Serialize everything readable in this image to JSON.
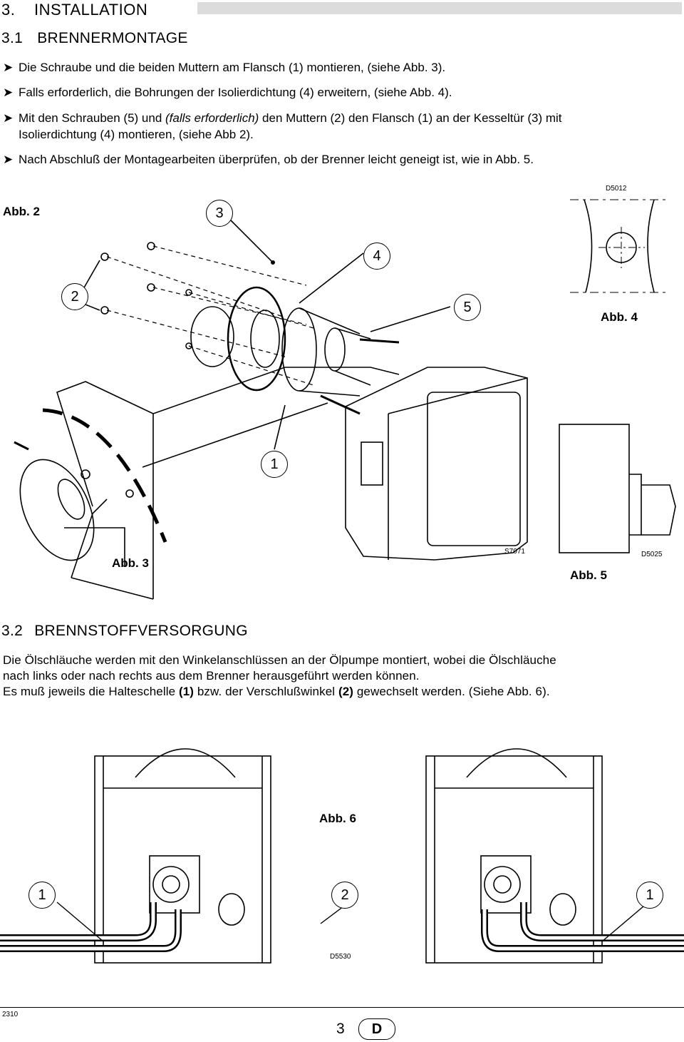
{
  "section": {
    "number": "3.",
    "title": "INSTALLATION"
  },
  "sub1": {
    "number": "3.1",
    "title": "BRENNERMONTAGE"
  },
  "bullets": [
    "Die Schraube und die beiden Muttern am Flansch (1) montieren, (siehe Abb. 3).",
    "Falls erforderlich, die Bohrungen der Isolierdichtung (4) erweitern, (siehe Abb. 4).",
    "Isolierdichtung (4) montieren, (siehe Abb 2).",
    "Nach Abschluß der Montagearbeiten überprüfen, ob der Brenner leicht geneigt ist, wie in Abb. 5."
  ],
  "bullet3_line1": {
    "pre": "Mit den Schrauben (5) und ",
    "italic": "(falls erforderlich)",
    "post": " den Muttern (2) den Flansch (1) an der Kesseltür (3) mit"
  },
  "figures": {
    "abb2": "Abb. 2",
    "abb3": "Abb. 3",
    "abb4": "Abb. 4",
    "abb5": "Abb. 5",
    "abb6": "Abb. 6",
    "code_d5012": "D5012",
    "code_s7071": "S7071",
    "code_d5025": "D5025",
    "code_d5530": "D5530"
  },
  "callouts": {
    "c1": "1",
    "c2": "2",
    "c3": "3",
    "c4": "4",
    "c5": "5"
  },
  "sub2": {
    "number": "3.2",
    "title": "BRENNSTOFFVERSORGUNG"
  },
  "para2": {
    "line1": "Die Ölschläuche werden mit den Winkelanschlüssen an der Ölpumpe montiert, wobei die Ölschläuche",
    "line2": "nach links oder nach rechts aus dem Brenner herausgeführt werden können.",
    "line3_pre": "Es muß jeweils die Halteschelle ",
    "line3_b1": "(1)",
    "line3_mid": " bzw. der Verschlußwinkel ",
    "line3_b2": "(2)",
    "line3_post": " gewechselt werden. (Siehe Abb. 6)."
  },
  "abb6_callouts": [
    "1",
    "2",
    "1"
  ],
  "footer": {
    "code": "2310",
    "page": "3",
    "lang": "D"
  }
}
